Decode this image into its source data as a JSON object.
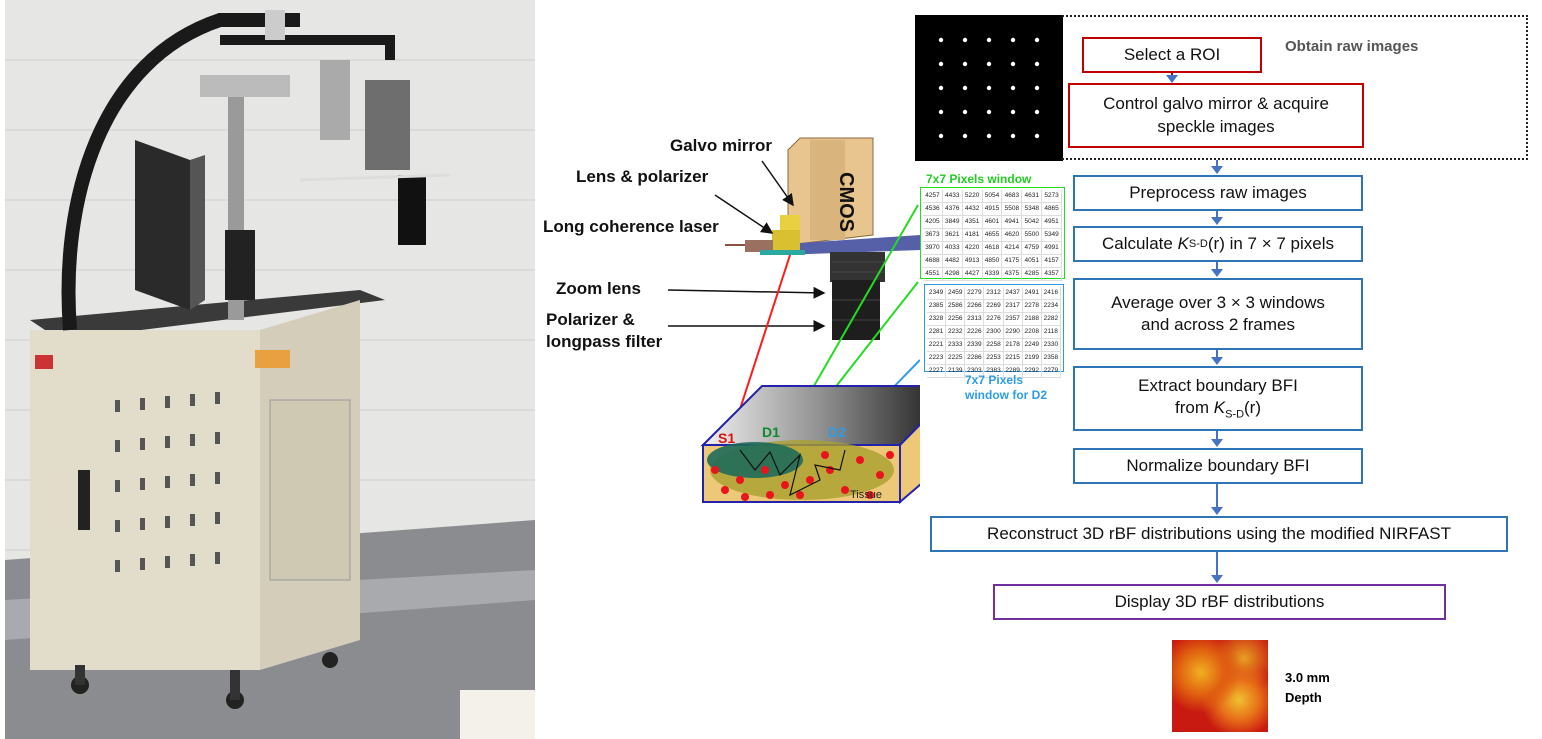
{
  "setup_labels": {
    "galvo_mirror": "Galvo mirror",
    "lens_polarizer": "Lens & polarizer",
    "laser": "Long coherence laser",
    "zoom_lens": "Zoom lens",
    "polarizer_filter_line1": "Polarizer &",
    "polarizer_filter_line2": "longpass filter",
    "cmos": "CMOS"
  },
  "tissue": {
    "s1": "S1",
    "d1": "D1",
    "d2": "D2",
    "label": "Tissue"
  },
  "window_d1": {
    "title": "7x7 Pixels window",
    "color": "#22cc22",
    "values": [
      [
        4257,
        4433,
        5220,
        5054,
        4683,
        4631,
        5273
      ],
      [
        4536,
        4376,
        4432,
        4915,
        5508,
        5348,
        4865
      ],
      [
        4205,
        3849,
        4351,
        4601,
        4941,
        5042,
        4951
      ],
      [
        3673,
        3621,
        4181,
        4655,
        4620,
        5500,
        5349
      ],
      [
        3970,
        4033,
        4220,
        4618,
        4214,
        4759,
        4991
      ],
      [
        4688,
        4482,
        4913,
        4850,
        4175,
        4051,
        4157
      ],
      [
        4551,
        4298,
        4427,
        4339,
        4375,
        4285,
        4357
      ]
    ]
  },
  "window_d2": {
    "title_line1": "7x7 Pixels",
    "title_line2": "window for D2",
    "color": "#2e9be6",
    "values": [
      [
        2349,
        2459,
        2279,
        2312,
        2437,
        2491,
        2416
      ],
      [
        2385,
        2586,
        2266,
        2269,
        2317,
        2278,
        2234
      ],
      [
        2328,
        2256,
        2313,
        2276,
        2357,
        2188,
        2282
      ],
      [
        2281,
        2232,
        2226,
        2300,
        2290,
        2208,
        2118
      ],
      [
        2221,
        2333,
        2339,
        2258,
        2178,
        2249,
        2330
      ],
      [
        2223,
        2225,
        2286,
        2253,
        2215,
        2199,
        2358
      ],
      [
        2227,
        2139,
        2303,
        2383,
        2289,
        2292,
        2279
      ]
    ]
  },
  "flow": {
    "obtain_raw": "Obtain raw images",
    "select_roi": "Select a ROI",
    "control_galvo_line1": "Control galvo mirror & acquire",
    "control_galvo_line2": "speckle images",
    "preprocess": "Preprocess raw images",
    "calculate": {
      "prefix": "Calculate ",
      "k": "K",
      "sub": "S-D",
      "suffix": "(r) in 7 × 7 pixels"
    },
    "average_line1": "Average over 3 × 3 windows",
    "average_line2": "and across 2 frames",
    "extract_line1": "Extract boundary BFI",
    "extract": {
      "prefix": "from ",
      "k": "K",
      "sub": "S-D",
      "suffix": "(r)"
    },
    "normalize": "Normalize boundary BFI",
    "reconstruct": "Reconstruct 3D rBF distributions using the modified NIRFAST",
    "display": "Display 3D rBF distributions"
  },
  "result": {
    "depth_value": "3.0 mm",
    "depth_label": "Depth"
  },
  "colors": {
    "flow_box": "#2e75b6",
    "acquisition_box": "#c00000",
    "display_box": "#7030a0",
    "source_fiber": "#ff0000"
  }
}
